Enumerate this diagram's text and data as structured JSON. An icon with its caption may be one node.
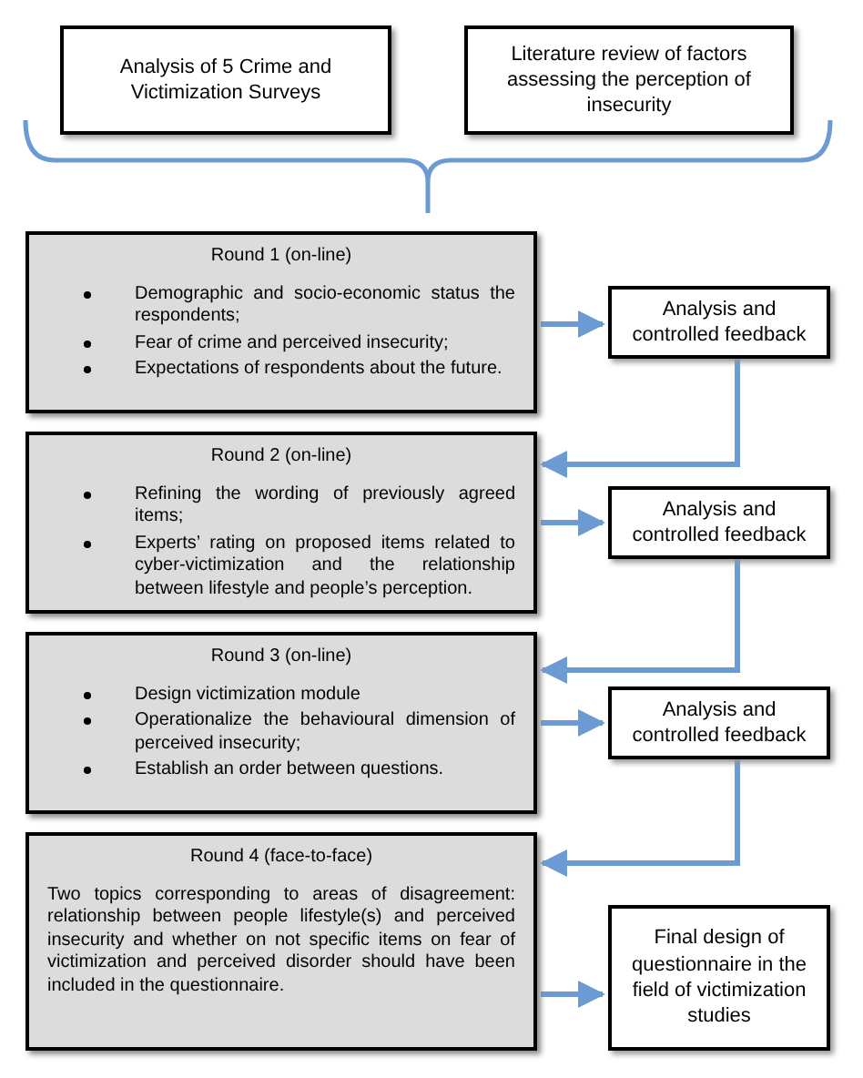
{
  "diagram": {
    "nodes": [
      {
        "text": [
          "Analysis of 5 Crime and Victimization Surveys"
        ]
      },
      {
        "text": [
          "Literature review of factors assessing the perception of insecurity"
        ]
      },
      {
        "text": [
          "Round 1 (on-line)",
          "Demographic and socio-economic status the respondents;",
          "Fear of crime and perceived insecurity;",
          "Expectations of respondents about the future."
        ]
      },
      {
        "text": [
          "Analysis and controlled feedback"
        ]
      },
      {
        "text": [
          "Round 2 (on-line)",
          "Refining the wording of previously agreed items;",
          "Experts’ rating on proposed items related to cyber-victimization and the relationship between lifestyle and people’s perception."
        ]
      },
      {
        "text": [
          "Analysis and controlled feedback"
        ]
      },
      {
        "text": [
          "Round 3 (on-line)",
          "Design victimization module",
          "Operationalize the behavioural dimension of perceived insecurity;",
          "Establish an order between questions."
        ]
      },
      {
        "text": [
          "Analysis and controlled feedback"
        ]
      },
      {
        "text": [
          "Round 4 (face-to-face)",
          "Two topics corresponding to areas of disagreement: relationship between people lifestyle(s) and perceived insecurity and whether on not specific items on fear of victimization and perceived disorder should have been included in the questionnaire."
        ]
      },
      {
        "text": [
          "Final design of questionnaire in the field of victimization studies"
        ]
      }
    ],
    "edges": [
      {
        "from": 2,
        "to": 3,
        "arrow": "to"
      },
      {
        "from": 3,
        "to": 4,
        "arrow": "to"
      },
      {
        "from": 4,
        "to": 5,
        "arrow": "to"
      },
      {
        "from": 5,
        "to": 6,
        "arrow": "to"
      },
      {
        "from": 6,
        "to": 7,
        "arrow": "to"
      },
      {
        "from": 7,
        "to": 8,
        "arrow": "to"
      },
      {
        "from": 8,
        "to": 9,
        "arrow": "to"
      }
    ]
  }
}
